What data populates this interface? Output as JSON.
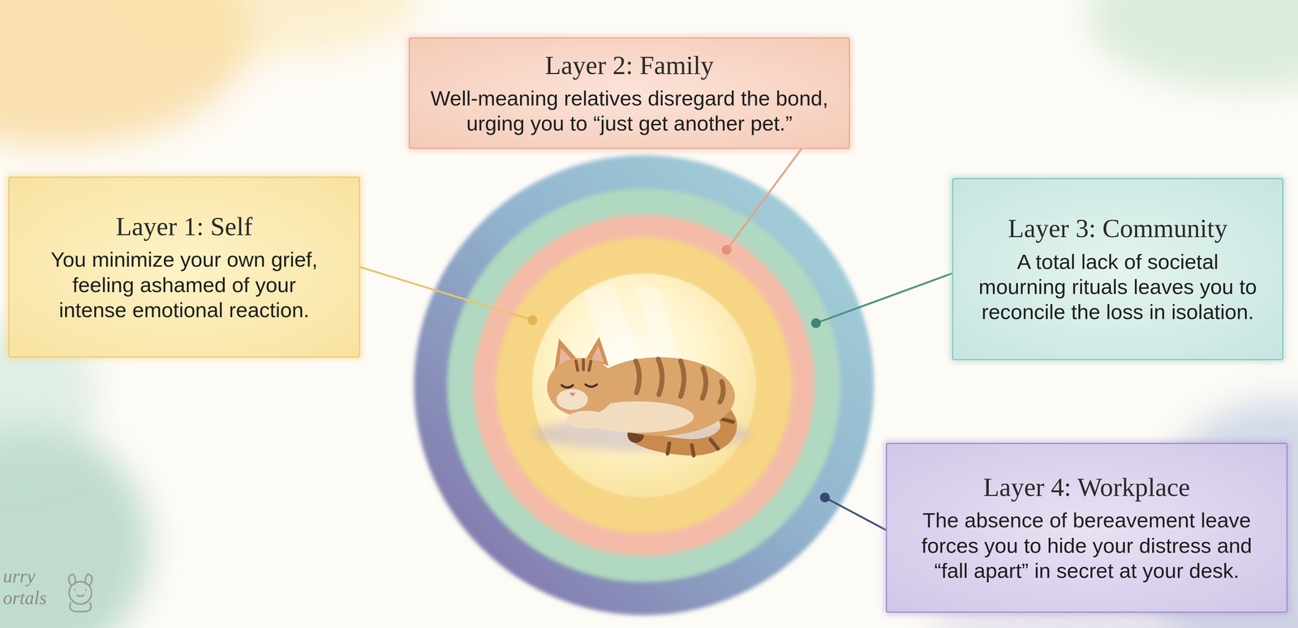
{
  "diagram": {
    "nodes": [
      {
        "text": [
          "Layer 1: Self",
          "You minimize your own grief, feeling ashamed of your intense emotional reaction."
        ]
      },
      {
        "text": [
          "Layer 2: Family",
          "Well-meaning relatives disregard the bond, urging you to “just get another pet.”"
        ]
      },
      {
        "text": [
          "Layer 3: Community",
          "A total lack of societal mourning rituals leaves you to reconcile the loss in isolation."
        ]
      },
      {
        "text": [
          "Layer 4: Workplace",
          "The absence of bereavement leave forces you to hide your distress and “fall apart” in secret at your desk."
        ]
      }
    ],
    "labels": [
      "urry ortals"
    ]
  }
}
